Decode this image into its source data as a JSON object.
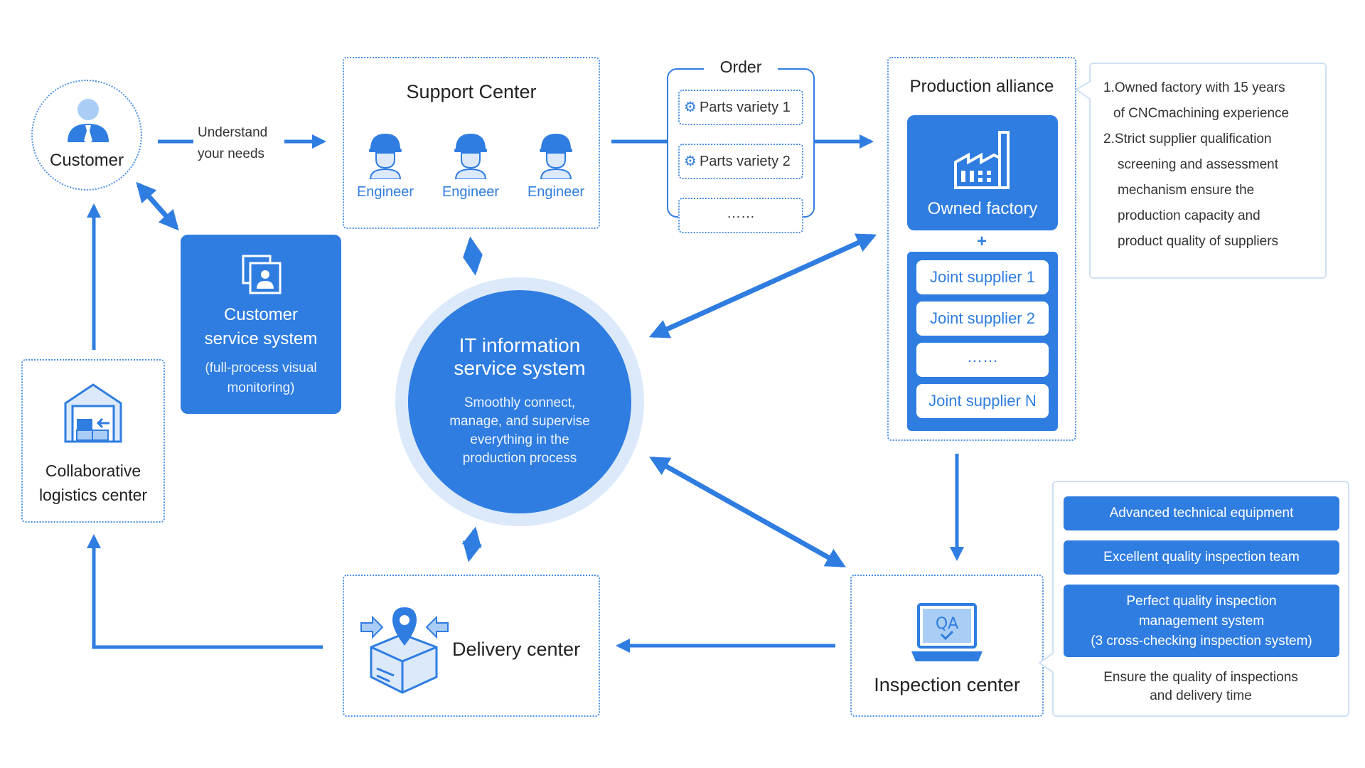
{
  "customer": {
    "label": "Customer"
  },
  "understand": {
    "line1": "Understand",
    "line2": "your needs"
  },
  "support": {
    "title": "Support Center",
    "engineers": [
      "Engineer",
      "Engineer",
      "Engineer"
    ]
  },
  "order": {
    "title": "Order",
    "items": [
      "Parts variety 1",
      "Parts variety 2",
      "……"
    ]
  },
  "production": {
    "title": "Production alliance",
    "owned": "Owned factory",
    "plus": "+",
    "suppliers": [
      "Joint supplier 1",
      "Joint supplier 2",
      "……",
      "Joint supplier N"
    ]
  },
  "production_note": {
    "lines": [
      "1.Owned factory with 15 years",
      "of CNCmachining experience",
      "2.Strict supplier qualification",
      "screening and assessment",
      "mechanism ensure the",
      "production capacity and",
      "product quality of suppliers"
    ]
  },
  "css": {
    "title_line1": "Customer",
    "title_line2": "service system",
    "sub_line1": "(full-process visual",
    "sub_line2": "monitoring)"
  },
  "it": {
    "title_line1": "IT information",
    "title_line2": "service system",
    "desc": [
      "Smoothly connect,",
      "manage, and supervise",
      "everything in the",
      "production process"
    ]
  },
  "logistics": {
    "line1": "Collaborative",
    "line2": "logistics center"
  },
  "delivery": {
    "label": "Delivery center"
  },
  "inspection": {
    "label": "Inspection center",
    "icon_text": "QA"
  },
  "inspection_note": {
    "items": [
      "Advanced technical equipment",
      "Excellent quality inspection team",
      "Perfect quality inspection",
      "management system",
      "(3 cross-checking inspection system)"
    ],
    "footer1": "Ensure the quality of inspections",
    "footer2": "and delivery time"
  },
  "colors": {
    "primary": "#2f7de1",
    "light": "#dbe9fb",
    "border": "#4a90e2"
  }
}
